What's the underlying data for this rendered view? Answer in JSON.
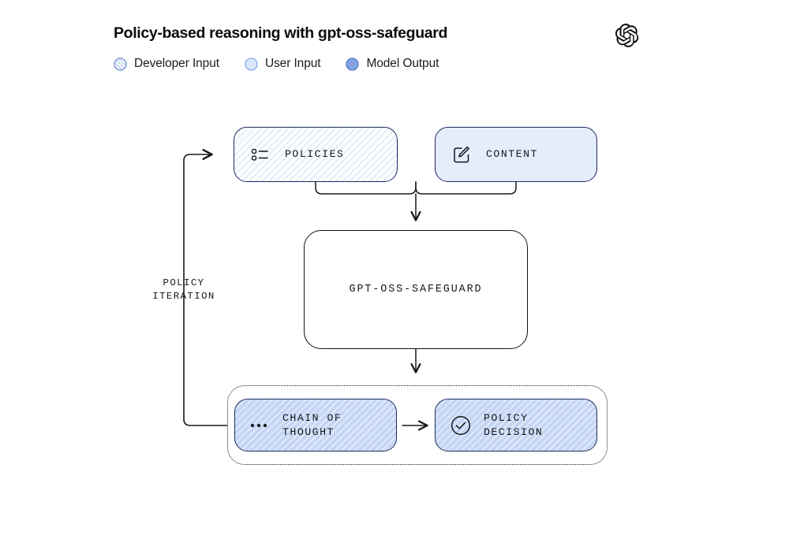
{
  "header": {
    "title": "Policy-based reasoning with gpt-oss-safeguard",
    "logo_icon": "openai-logo-icon"
  },
  "legend": {
    "items": [
      {
        "label": "Developer Input",
        "color": "#e8eefb",
        "border": "#5b7fcf",
        "style": "hatched",
        "icon": "circle-hatched-icon"
      },
      {
        "label": "User Input",
        "color": "#dae6fb",
        "border": "#7c9ede",
        "style": "solid",
        "icon": "circle-solid-icon"
      },
      {
        "label": "Model Output",
        "color": "#7e9fe0",
        "border": "#4a74c8",
        "style": "hatched",
        "icon": "circle-hatched-dark-icon"
      }
    ]
  },
  "diagram": {
    "nodes": {
      "policies": {
        "label": "POLICIES",
        "icon": "list-bullet-icon",
        "fill": "#fbfcfe",
        "border": "#1c2b5e",
        "kind": "developer-input"
      },
      "content": {
        "label": "CONTENT",
        "icon": "edit-pencil-square-icon",
        "fill": "#e5ecfa",
        "border": "#1c2b5e",
        "kind": "user-input"
      },
      "model": {
        "label": "GPT-OSS-SAFEGUARD",
        "fill": "#ffffff",
        "border": "#111314",
        "kind": "model"
      },
      "chain_of_thought": {
        "label": "CHAIN OF\nTHOUGHT",
        "icon": "ellipsis-icon",
        "fill": "#c5d6f5",
        "border": "#1c2b5e",
        "kind": "model-output"
      },
      "policy_decision": {
        "label": "POLICY\nDECISION",
        "icon": "check-circle-icon",
        "fill": "#c5d6f5",
        "border": "#1c2b5e",
        "kind": "model-output"
      }
    },
    "loop_caption": "POLICY\nITERATION",
    "connector_color": "#16181c"
  }
}
